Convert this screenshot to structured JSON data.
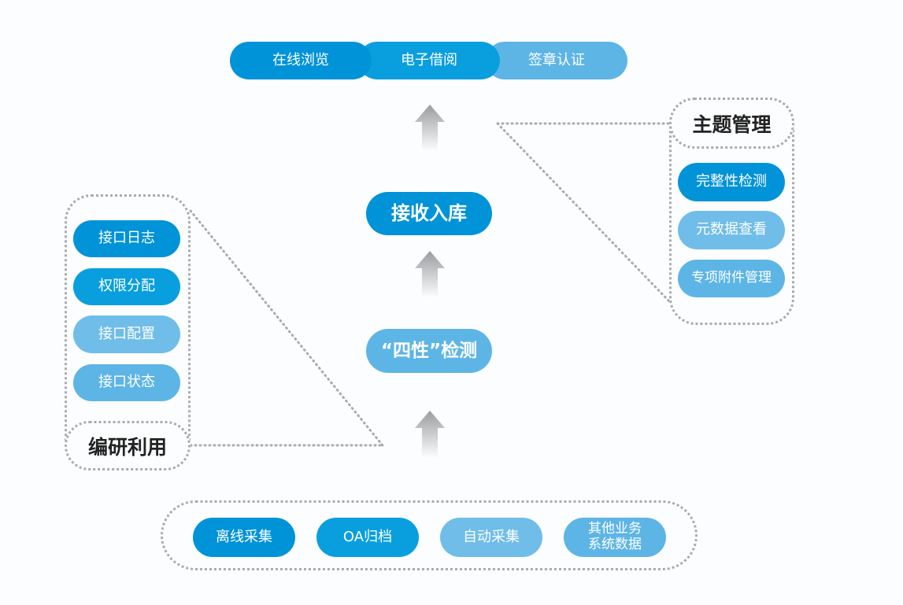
{
  "top_services": [
    "在线浏览",
    "电子借阅",
    "签章认证"
  ],
  "center": {
    "ingest": "接收入库",
    "check": "“四性”检测"
  },
  "left_group": {
    "title": "编研利用",
    "items": [
      "接口日志",
      "权限分配",
      "接口配置",
      "接口状态"
    ]
  },
  "right_group": {
    "title": "主题管理",
    "items": [
      "完整性检测",
      "元数据查看",
      "专项附件管理"
    ]
  },
  "sources": [
    "离线采集",
    "OA归档",
    "自动采集",
    "其他业务\n系统数据"
  ],
  "colors": {
    "dark": "#0093d8",
    "mid": "#099fde",
    "light": "#5db5e6",
    "dots": "#a9abae"
  }
}
